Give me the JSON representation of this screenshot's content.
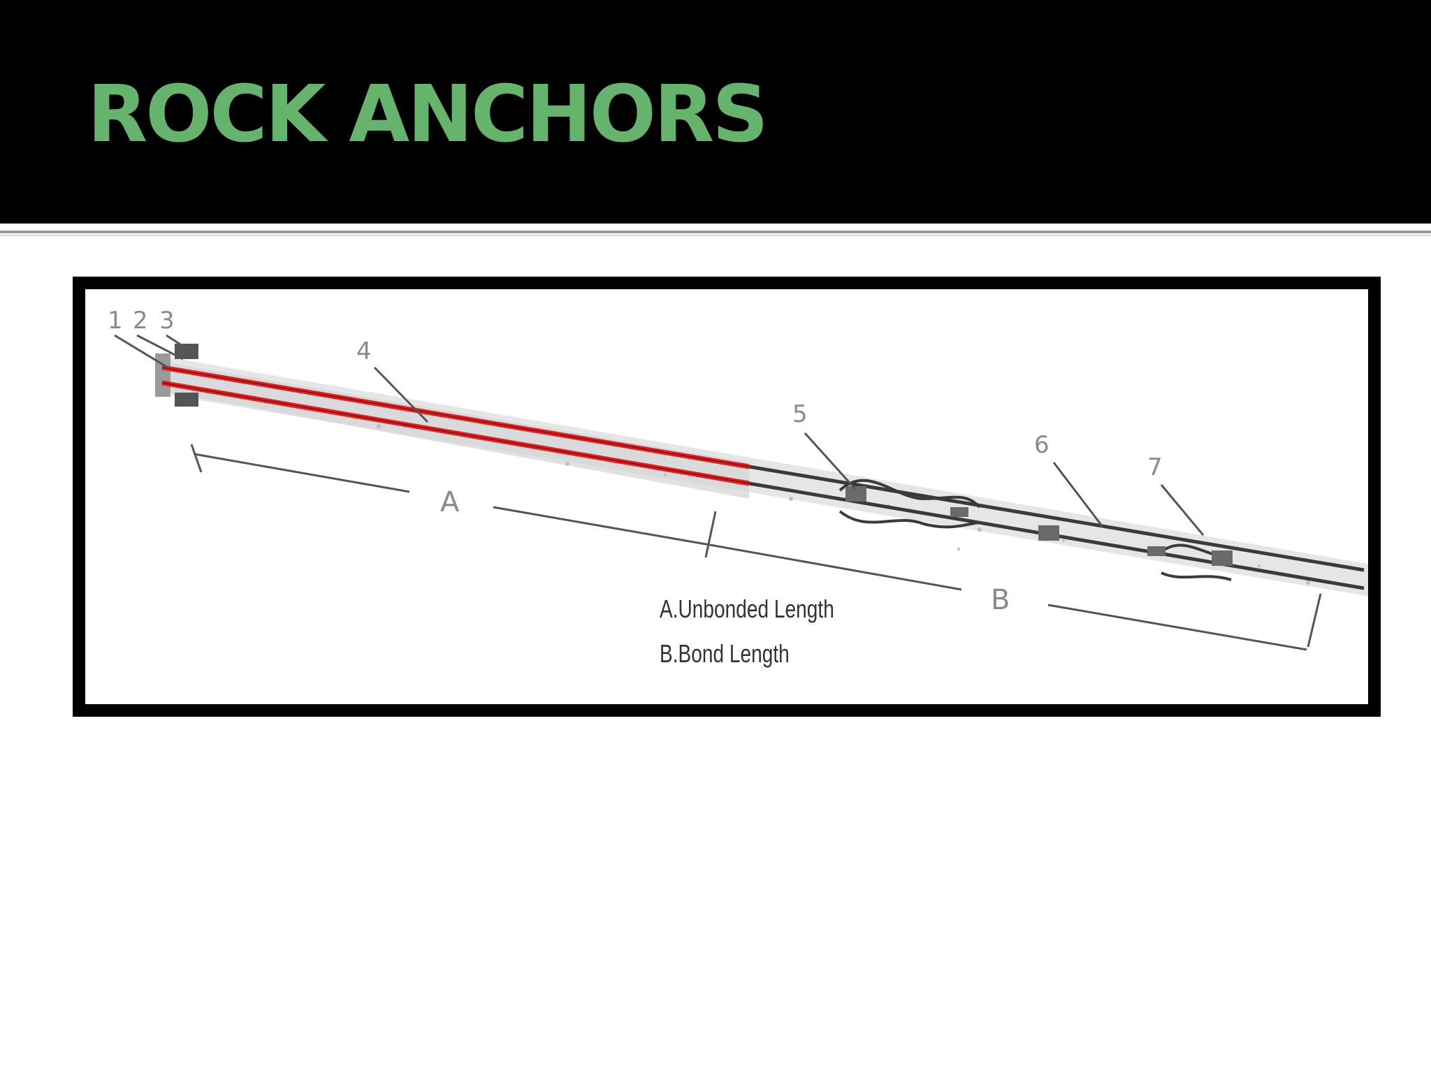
{
  "slide": {
    "title": "ROCK ANCHORS",
    "title_color": "#66b36e"
  },
  "diagram": {
    "component_labels": [
      "1",
      "2",
      "3",
      "4",
      "5",
      "6",
      "7"
    ],
    "dimension_labels": [
      "A",
      "B"
    ],
    "legend": [
      "A.Unbonded Length",
      "B.Bond Length"
    ],
    "colors": {
      "tendon_unbonded": "#e02020",
      "tendon_bond": "#3a3a3a",
      "grout": "#dcdcdc"
    }
  }
}
